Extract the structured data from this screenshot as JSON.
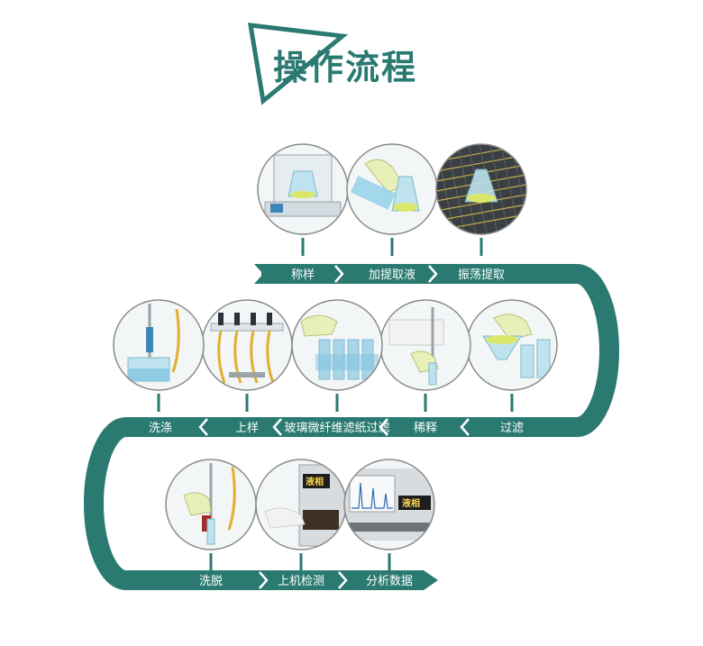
{
  "title": "操作流程",
  "colors": {
    "band": "#2a7a72",
    "accent": "#2a7a72",
    "circle_border": "#8a8a8a"
  },
  "steps": [
    {
      "label": "称样",
      "scene": "balance"
    },
    {
      "label": "加提取液",
      "scene": "add-solvent"
    },
    {
      "label": "振荡提取",
      "scene": "shaker"
    },
    {
      "label": "过滤",
      "scene": "filter-funnel"
    },
    {
      "label": "稀释",
      "scene": "dilution"
    },
    {
      "label": "玻璃微纤维滤纸过滤",
      "scene": "fiber-filter"
    },
    {
      "label": "上样",
      "scene": "sample-loading"
    },
    {
      "label": "洗涤",
      "scene": "washing"
    },
    {
      "label": "洗脱",
      "scene": "elution"
    },
    {
      "label": "上机检测",
      "scene": "hplc-load"
    },
    {
      "label": "分析数据",
      "scene": "chromatogram"
    }
  ],
  "instrument_label": "液相"
}
